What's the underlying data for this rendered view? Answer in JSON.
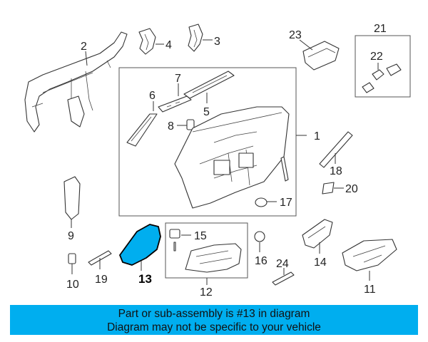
{
  "callouts": {
    "c1": "1",
    "c2": "2",
    "c3": "3",
    "c4": "4",
    "c5": "5",
    "c6": "6",
    "c7": "7",
    "c8": "8",
    "c9": "9",
    "c10": "10",
    "c11": "11",
    "c12": "12",
    "c13": "13",
    "c14": "14",
    "c15": "15",
    "c16": "16",
    "c17": "17",
    "c18": "18",
    "c19": "19",
    "c20": "20",
    "c21": "21",
    "c22": "22",
    "c23": "23",
    "c24": "24"
  },
  "highlight": {
    "part": "13",
    "color": "#00AEEF"
  },
  "banner": {
    "line1": "Part or sub-assembly is #13 in diagram",
    "line2": "Diagram may not be specific to your vehicle",
    "color": "#00AEEF"
  }
}
